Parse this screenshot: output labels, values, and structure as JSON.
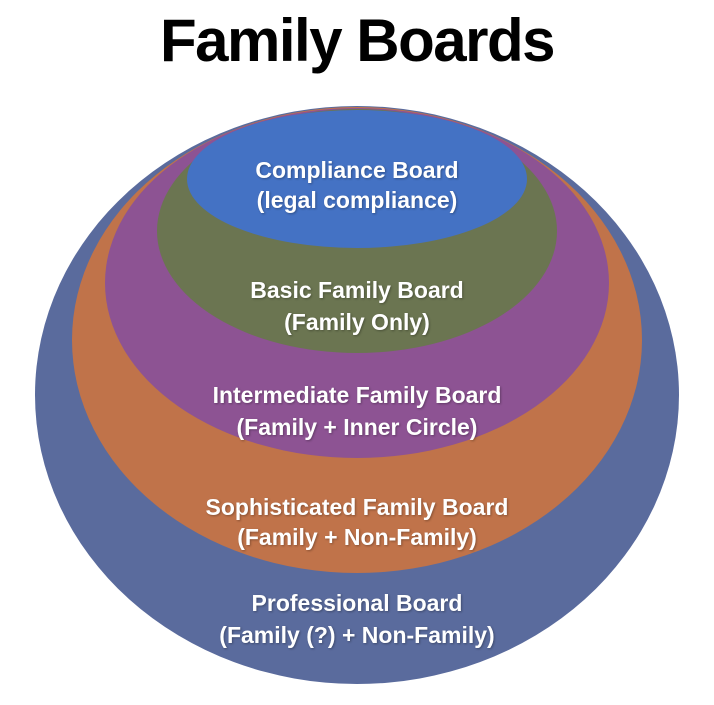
{
  "title": "Family Boards",
  "diagram": {
    "type": "stacked-venn-onion",
    "background_color": "#FFFFFF",
    "text_color": "#FFFFFF",
    "levels": [
      {
        "name": "professional-board",
        "title": "Professional Board",
        "subtitle": "(Family (?) + Non-Family)",
        "color": "#5A6B9D"
      },
      {
        "name": "sophisticated-family-board",
        "title": "Sophisticated Family Board",
        "subtitle": "(Family + Non-Family)",
        "color": "#C0734A"
      },
      {
        "name": "intermediate-family-board",
        "title": "Intermediate Family Board",
        "subtitle": "(Family + Inner Circle)",
        "color": "#8D5393"
      },
      {
        "name": "basic-family-board",
        "title": "Basic Family Board",
        "subtitle": "(Family Only)",
        "color": "#6B7551"
      },
      {
        "name": "compliance-board",
        "title": "Compliance Board",
        "subtitle": "(legal compliance)",
        "color": "#4472C4"
      }
    ]
  }
}
